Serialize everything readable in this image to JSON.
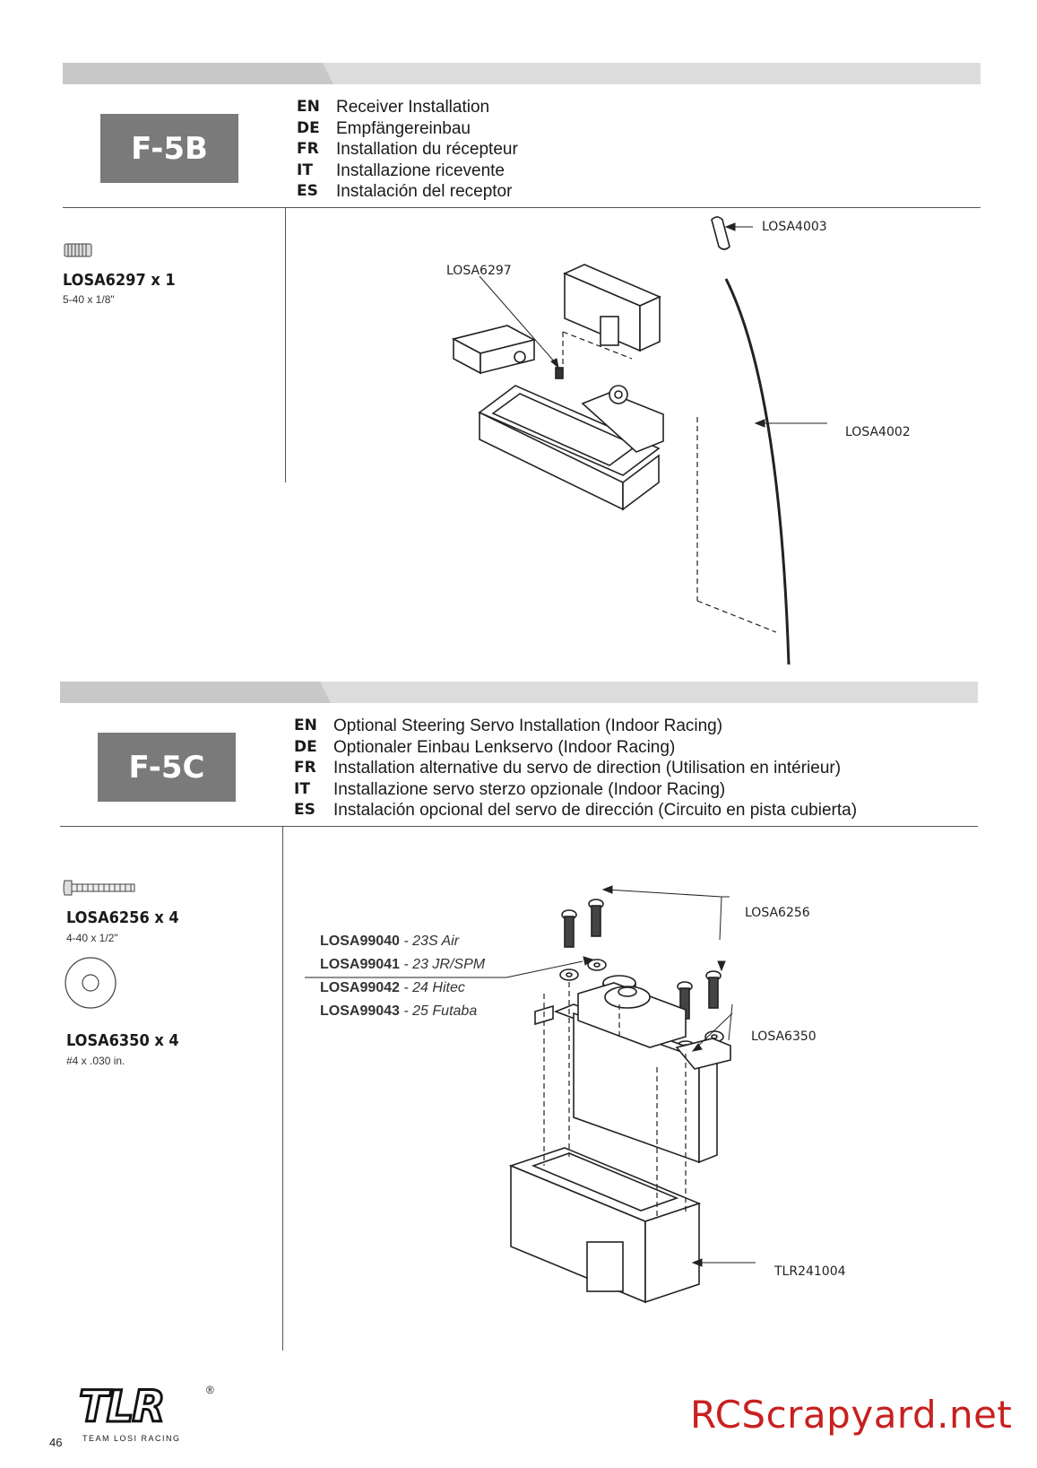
{
  "sections": [
    {
      "step": "F-5B",
      "languages": [
        {
          "code": "EN",
          "text": "Receiver Installation"
        },
        {
          "code": "DE",
          "text": "Empfängereinbau"
        },
        {
          "code": "FR",
          "text": "Installation du récepteur"
        },
        {
          "code": "IT",
          "text": "Installazione ricevente"
        },
        {
          "code": "ES",
          "text": "Instalación del receptor"
        }
      ],
      "parts": [
        {
          "name": "LOSA6297 x 1",
          "size": "5-40 x 1/8\"",
          "icon": "set-screw-icon"
        }
      ],
      "callouts": [
        "LOSA4003",
        "LOSA6297",
        "LOSA4002"
      ]
    },
    {
      "step": "F-5C",
      "languages": [
        {
          "code": "EN",
          "text": "Optional Steering Servo Installation (Indoor Racing)"
        },
        {
          "code": "DE",
          "text": "Optionaler Einbau Lenkservo (Indoor Racing)"
        },
        {
          "code": "FR",
          "text": "Installation alternative du servo de direction (Utilisation en intérieur)"
        },
        {
          "code": "IT",
          "text": "Installazione servo sterzo opzionale (Indoor Racing)"
        },
        {
          "code": "ES",
          "text": "Instalación opcional del servo de dirección (Circuito en pista cubierta)"
        }
      ],
      "parts": [
        {
          "name": "LOSA6256 x 4",
          "size": "4-40 x 1/2\"",
          "icon": "button-head-screw-icon"
        },
        {
          "name": "LOSA6350 x 4",
          "size": "#4 x .030 in.",
          "icon": "washer-icon"
        }
      ],
      "servo_saver_options": [
        {
          "code": "LOSA99040",
          "desc": " - 23S Air"
        },
        {
          "code": "LOSA99041",
          "desc": " - 23 JR/SPM"
        },
        {
          "code": "LOSA99042",
          "desc": " - 24 Hitec"
        },
        {
          "code": "LOSA99043",
          "desc": " - 25 Futaba"
        }
      ],
      "callouts": [
        "LOSA6256",
        "LOSA6350",
        "TLR241004"
      ]
    }
  ],
  "footer": {
    "page_number": "46",
    "logo_text": "TLR",
    "logo_subtext": "TEAM LOSI RACING",
    "registered_mark": "®",
    "watermark": "RCScrapyard.net"
  }
}
